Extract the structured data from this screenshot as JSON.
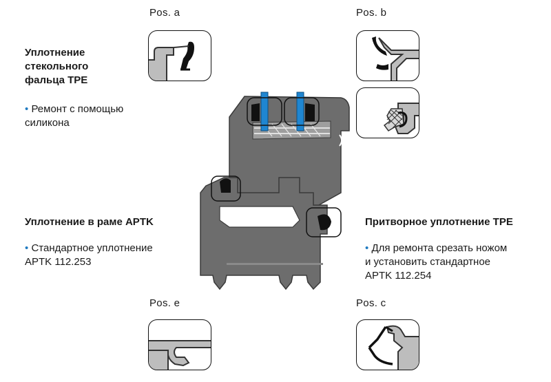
{
  "positions": {
    "a": "Pos. a",
    "b": "Pos. b",
    "e": "Pos. e",
    "c": "Pos. c"
  },
  "glazing_seal": {
    "title_lines": [
      "Уплотнение",
      "стекольного",
      "фальца TPE"
    ],
    "bullet": "•",
    "text_lines": [
      "Ремонт с помощью",
      "силикона"
    ]
  },
  "frame_seal": {
    "title": "Уплотнение в раме APTK",
    "bullet": "•",
    "text_lines": [
      "Стандартное уплотнение",
      "APTK 112.253"
    ]
  },
  "sash_seal": {
    "title": "Притворное уплотнение TPE",
    "bullet": "•",
    "text_lines": [
      "Для ремонта срезать ножом",
      "и установить стандартное",
      "APTK 112.254"
    ]
  },
  "colors": {
    "profile_gray": "#6d6d6d",
    "profile_dark": "#4a4a4a",
    "glass_blue": "#1f86d1",
    "seal_black": "#111111",
    "bullet_blue": "#1f7ac0"
  }
}
